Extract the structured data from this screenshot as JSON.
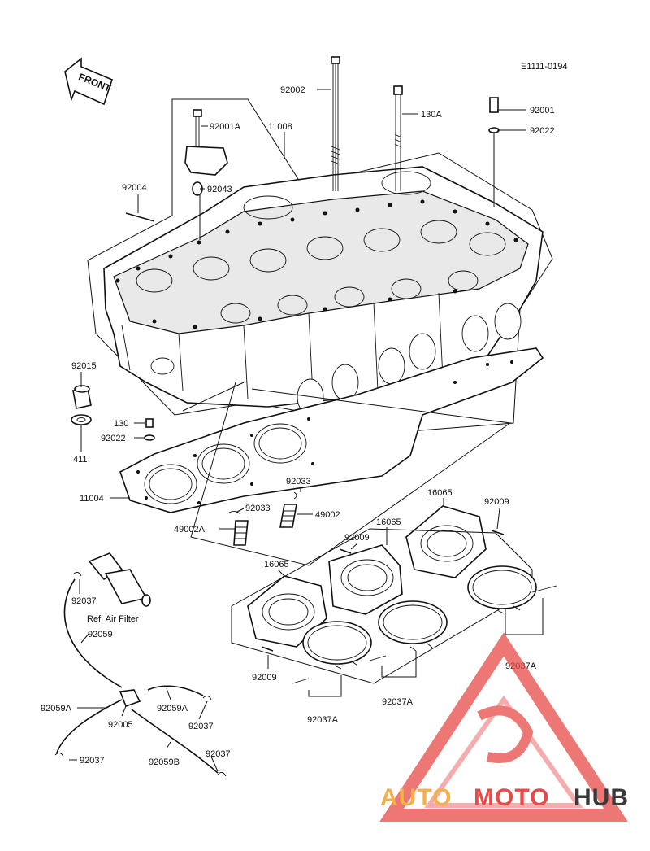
{
  "diagram_code": "E1111-0194",
  "front_arrow_text": "FRONT",
  "air_filter_ref": "Ref. Air Filter",
  "watermark": {
    "part1": "AUTO",
    "part2": "MOTO",
    "part3": "HUB",
    "color1": "#f5b04a",
    "color2": "#e84a47",
    "color3": "#3a3a3a"
  },
  "labels": [
    {
      "id": "92002",
      "text": "92002"
    },
    {
      "id": "130A_top",
      "text": "130A"
    },
    {
      "id": "92001",
      "text": "92001"
    },
    {
      "id": "92022_top",
      "text": "92022"
    },
    {
      "id": "92001A",
      "text": "92001A"
    },
    {
      "id": "11008",
      "text": "11008"
    },
    {
      "id": "92004",
      "text": "92004"
    },
    {
      "id": "92043",
      "text": "92043"
    },
    {
      "id": "92015",
      "text": "92015"
    },
    {
      "id": "130",
      "text": "130"
    },
    {
      "id": "92022_mid",
      "text": "92022"
    },
    {
      "id": "411",
      "text": "411"
    },
    {
      "id": "11004",
      "text": "11004"
    },
    {
      "id": "92033_a",
      "text": "92033"
    },
    {
      "id": "92033_b",
      "text": "92033"
    },
    {
      "id": "49002",
      "text": "49002"
    },
    {
      "id": "49002A",
      "text": "49002A"
    },
    {
      "id": "16065_a",
      "text": "16065"
    },
    {
      "id": "16065_b",
      "text": "16065"
    },
    {
      "id": "16065_c",
      "text": "16065"
    },
    {
      "id": "92009_a",
      "text": "92009"
    },
    {
      "id": "92009_b",
      "text": "92009"
    },
    {
      "id": "92009_c",
      "text": "92009"
    },
    {
      "id": "92037_a",
      "text": "92037"
    },
    {
      "id": "92059_a",
      "text": "92059"
    },
    {
      "id": "92037A_a",
      "text": "92037A"
    },
    {
      "id": "92037A_b",
      "text": "92037A"
    },
    {
      "id": "92037A_c",
      "text": "92037A"
    },
    {
      "id": "92059A_a",
      "text": "92059A"
    },
    {
      "id": "92059A_b",
      "text": "92059A"
    },
    {
      "id": "92005",
      "text": "92005"
    },
    {
      "id": "92037_b",
      "text": "92037"
    },
    {
      "id": "92037_c",
      "text": "92037"
    },
    {
      "id": "92037_d",
      "text": "92037"
    },
    {
      "id": "92059B",
      "text": "92059B"
    }
  ]
}
